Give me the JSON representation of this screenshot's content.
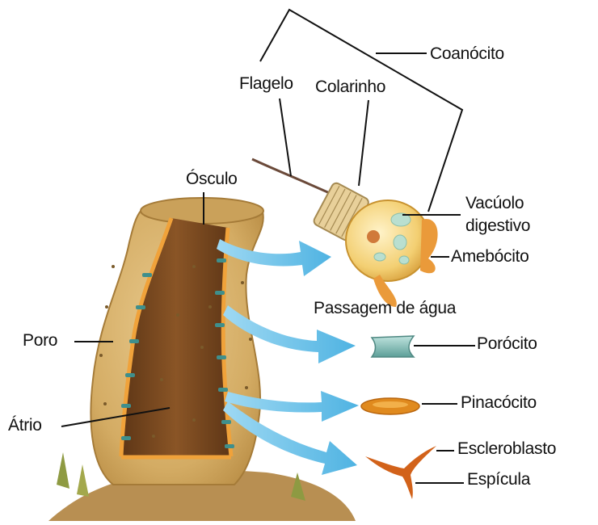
{
  "labels": {
    "coanocito": "Coanócito",
    "flagelo": "Flagelo",
    "colarinho": "Colarinho",
    "osculo": "Ósculo",
    "vacuolo_line1": "Vacúolo",
    "vacuolo_line2": "digestivo",
    "amebocito": "Amebócito",
    "passagem": "Passagem de água",
    "poro": "Poro",
    "porocito": "Porócito",
    "pinacocito": "Pinacócito",
    "atrio": "Átrio",
    "escleroblasto": "Escleroblasto",
    "espicula": "Espícula"
  },
  "colors": {
    "sponge_body": "#d9b46e",
    "sponge_interior": "#7a4a22",
    "arrow": "#6cc3ea",
    "pore_cells": "#3f8f8c",
    "collar_cell": "#f4d27a",
    "pinacocyte": "#e08a1e",
    "spicule": "#d2621a"
  }
}
